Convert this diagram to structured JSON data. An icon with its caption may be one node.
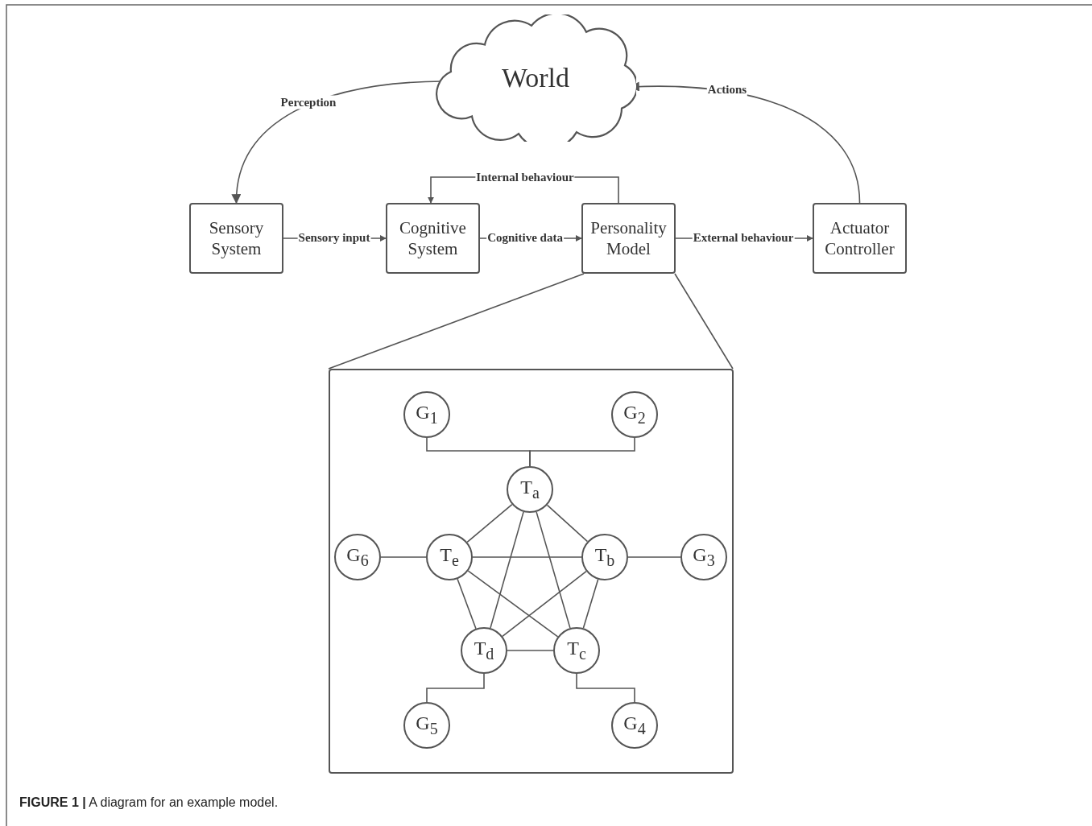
{
  "diagram": {
    "caption": "**FIGURE 1 |** A diagram for an example model.",
    "nodes": [
      {
        "text": [
          "World"
        ]
      },
      {
        "text": [
          "Sensory System"
        ]
      },
      {
        "text": [
          "Cognitive System"
        ]
      },
      {
        "text": [
          "Personality Model"
        ]
      },
      {
        "text": [
          "Actuator Controller"
        ]
      },
      {
        "text": [],
        "shape": "box"
      },
      {
        "text": [
          "G$_{1}$"
        ],
        "in": 5
      },
      {
        "text": [
          "G$_{2}$"
        ],
        "in": 5
      },
      {
        "text": [
          "T$_{a}$"
        ],
        "in": 5
      },
      {
        "text": [
          "G$_{6}$"
        ],
        "in": 5
      },
      {
        "text": [
          "T$_{e}$"
        ],
        "in": 5
      },
      {
        "text": [
          "T$_{b}$"
        ],
        "in": 5
      },
      {
        "text": [
          "G$_{3}$"
        ],
        "in": 5
      },
      {
        "text": [
          "T$_{d}$"
        ],
        "in": 5
      },
      {
        "text": [
          "T$_{c}$"
        ],
        "in": 5
      },
      {
        "text": [
          "G$_{5}$"
        ],
        "in": 5
      },
      {
        "text": [
          "G$_{4}$"
        ],
        "in": 5
      }
    ],
    "edges": [
      {
        "from": 0,
        "to": 1,
        "arrow": "to",
        "label": "Perception"
      },
      {
        "from": 1,
        "to": 2,
        "arrow": "to",
        "label": "Sensory input"
      },
      {
        "from": 2,
        "to": 3,
        "arrow": "to",
        "label": "Cognitive data"
      },
      {
        "from": 3,
        "to": 2,
        "arrow": "to",
        "label": "Internal behaviour"
      },
      {
        "from": 3,
        "to": 4,
        "arrow": "to",
        "label": "External behaviour"
      },
      {
        "from": 4,
        "to": 0,
        "arrow": "to",
        "label": "Actions"
      },
      {
        "from": 3,
        "to": 5,
        "arrow": "none"
      },
      {
        "from": 3,
        "to": 5,
        "arrow": "none"
      },
      {
        "from": 6,
        "to": 8,
        "arrow": "none"
      },
      {
        "from": 7,
        "to": 8,
        "arrow": "none"
      },
      {
        "from": 8,
        "to": 10,
        "arrow": "none"
      },
      {
        "from": 8,
        "to": 11,
        "arrow": "none"
      },
      {
        "from": 8,
        "to": 13,
        "arrow": "none"
      },
      {
        "from": 8,
        "to": 14,
        "arrow": "none"
      },
      {
        "from": 9,
        "to": 10,
        "arrow": "none"
      },
      {
        "from": 10,
        "to": 11,
        "arrow": "none"
      },
      {
        "from": 10,
        "to": 13,
        "arrow": "none"
      },
      {
        "from": 10,
        "to": 14,
        "arrow": "none"
      },
      {
        "from": 11,
        "to": 12,
        "arrow": "none"
      },
      {
        "from": 11,
        "to": 13,
        "arrow": "none"
      },
      {
        "from": 11,
        "to": 14,
        "arrow": "none"
      },
      {
        "from": 13,
        "to": 14,
        "arrow": "none"
      },
      {
        "from": 13,
        "to": 15,
        "arrow": "none"
      },
      {
        "from": 14,
        "to": 16,
        "arrow": "none"
      }
    ]
  }
}
